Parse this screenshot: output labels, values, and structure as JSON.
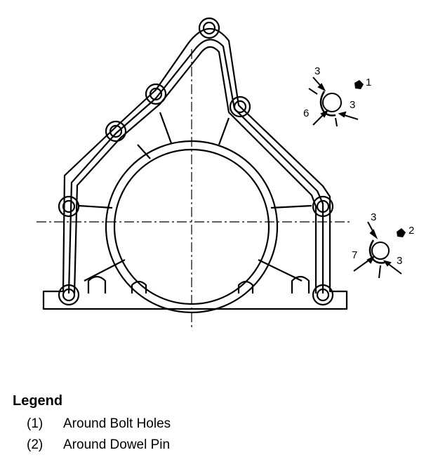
{
  "callouts": {
    "bolt": {
      "top": "3",
      "side": "6",
      "right": "3",
      "ref": "1"
    },
    "dowel": {
      "top": "3",
      "side": "7",
      "right": "3",
      "ref": "2"
    }
  },
  "legend": {
    "title": "Legend",
    "items": [
      {
        "num": "(1)",
        "text": "Around Bolt Holes"
      },
      {
        "num": "(2)",
        "text": "Around Dowel Pin"
      }
    ]
  }
}
